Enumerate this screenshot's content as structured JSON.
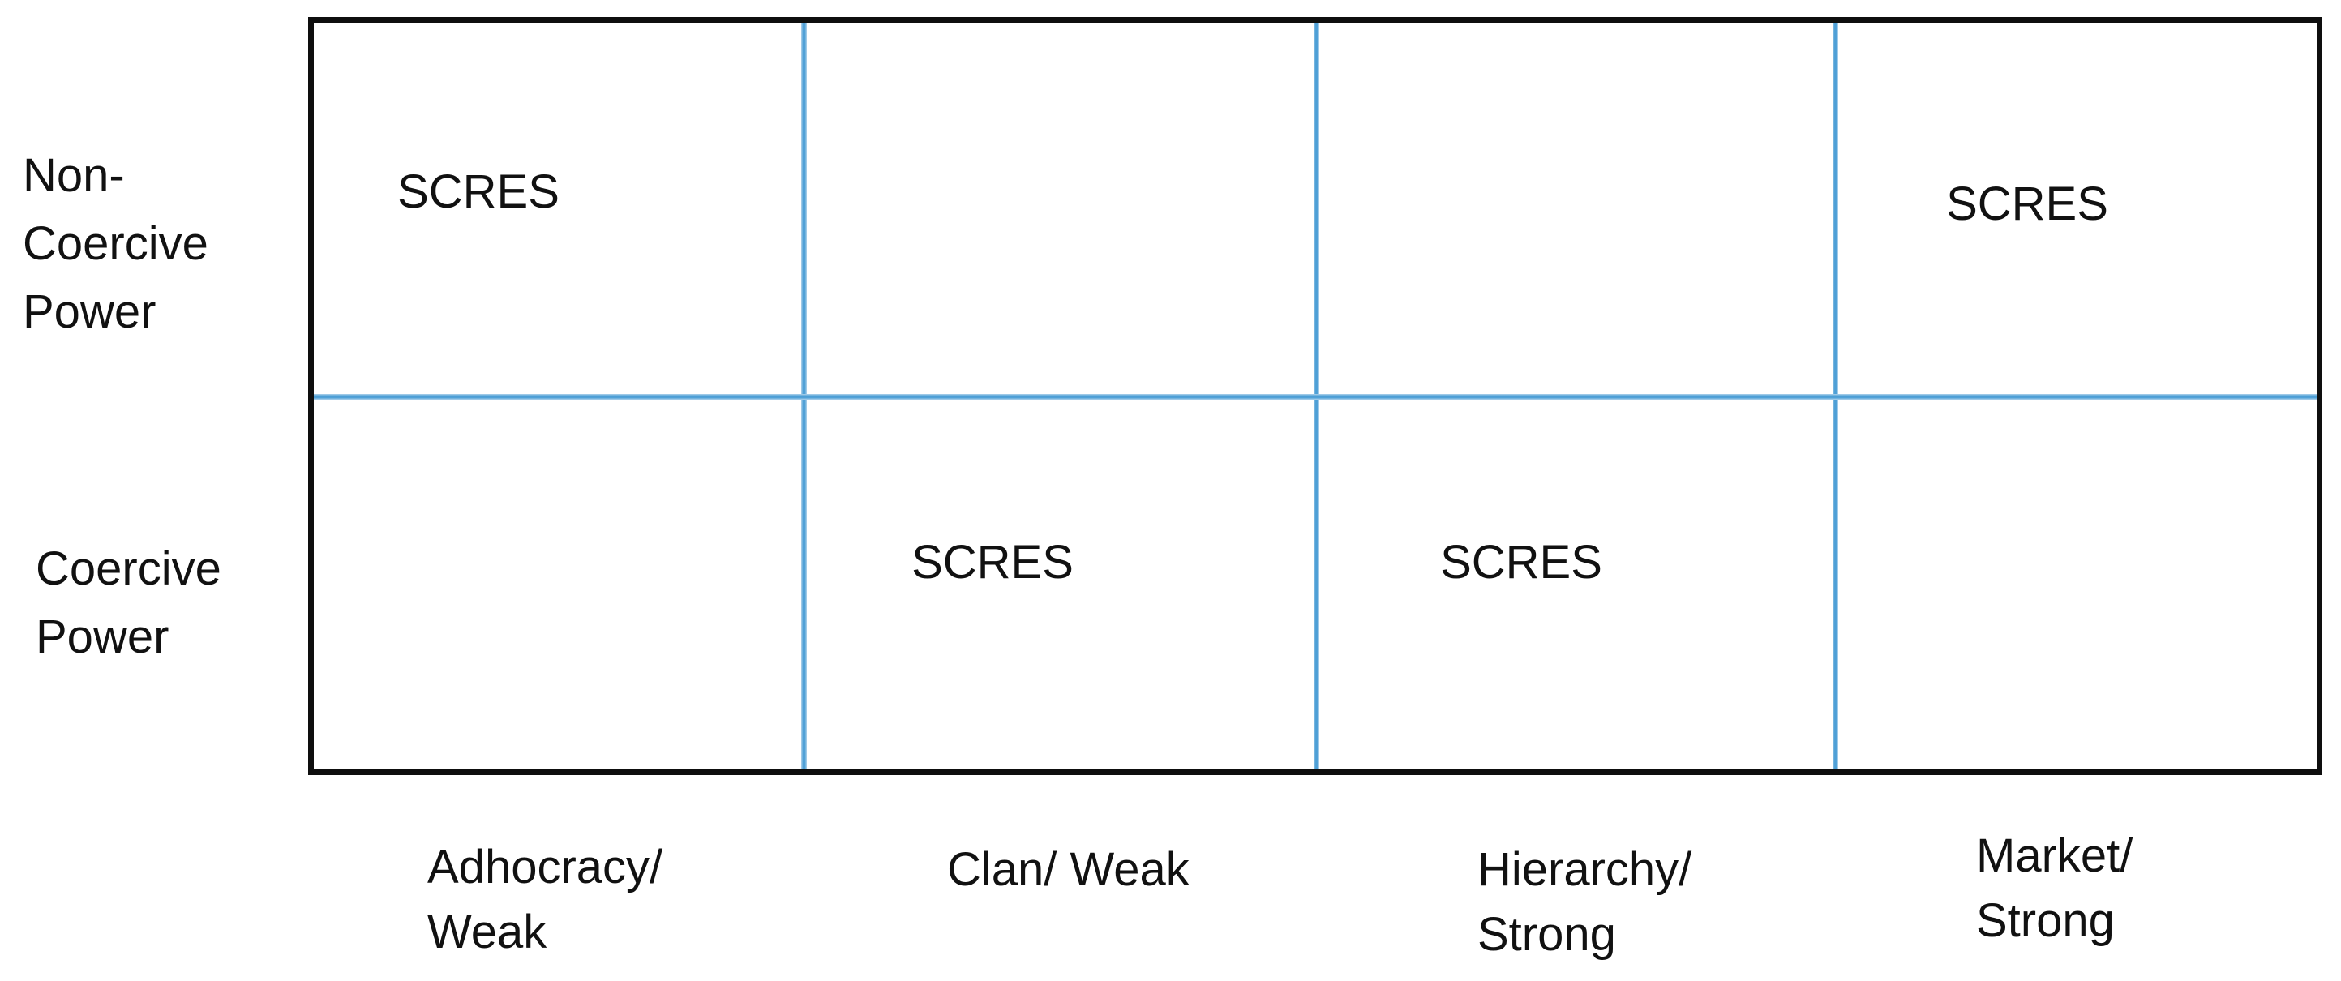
{
  "colors": {
    "grid_blue": "#4d9fd6",
    "border_black": "#0e0e0e",
    "text": "#111111",
    "background": "#ffffff"
  },
  "row_labels": [
    {
      "id": "non-coercive-power",
      "lines": [
        "Non-",
        "Coercive",
        "Power"
      ]
    },
    {
      "id": "coercive-power",
      "lines": [
        "Coercive",
        "Power"
      ]
    }
  ],
  "column_labels": [
    {
      "id": "adhocracy-weak",
      "lines": [
        "Adhocracy/",
        "Weak"
      ]
    },
    {
      "id": "clan-weak",
      "lines": [
        "Clan/ Weak"
      ]
    },
    {
      "id": "hierarchy-strong",
      "lines": [
        "Hierarchy/",
        "Strong"
      ]
    },
    {
      "id": "market-strong",
      "lines": [
        "Market/",
        "Strong"
      ]
    }
  ],
  "cells": [
    {
      "row": "Non-Coercive Power",
      "column": "Adhocracy/ Weak",
      "text": "SCRES"
    },
    {
      "row": "Non-Coercive Power",
      "column": "Market/ Strong",
      "text": "SCRES"
    },
    {
      "row": "Coercive Power",
      "column": "Clan/ Weak",
      "text": "SCRES"
    },
    {
      "row": "Coercive Power",
      "column": "Hierarchy/ Strong",
      "text": "SCRES"
    }
  ]
}
